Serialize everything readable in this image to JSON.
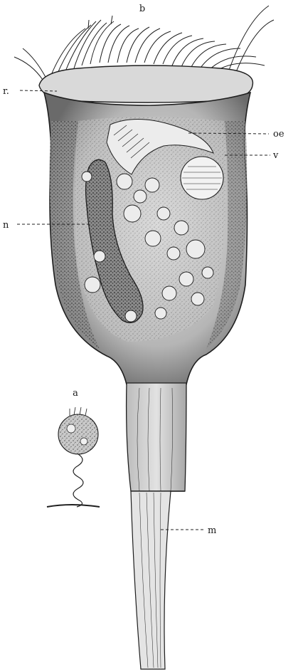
{
  "figure": {
    "labels": {
      "b": "b",
      "r": "r.",
      "oe": "oe",
      "v": "v",
      "n": "n",
      "a": "a",
      "m": "m"
    },
    "colors": {
      "ink": "#1e1e1e",
      "body_shade": "#bdbdbd",
      "stalk_shade": "#d6d6d6",
      "background": "#ffffff"
    }
  }
}
